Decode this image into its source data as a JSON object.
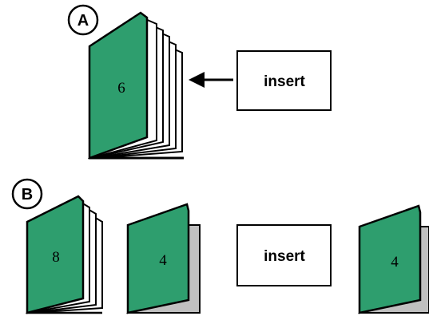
{
  "colors": {
    "cover": "#2e9e6e",
    "shadow_page": "#c0c0c0",
    "page": "#ffffff",
    "stroke": "#000000"
  },
  "panel_a": {
    "badge": "A",
    "booklet_count": "6",
    "insert_label": "insert",
    "arrow_icon": "left-arrow-icon"
  },
  "panel_b": {
    "badge": "B",
    "booklet_left_count": "8",
    "booklet_mid_count": "4",
    "insert_label": "insert",
    "booklet_right_count": "4"
  }
}
